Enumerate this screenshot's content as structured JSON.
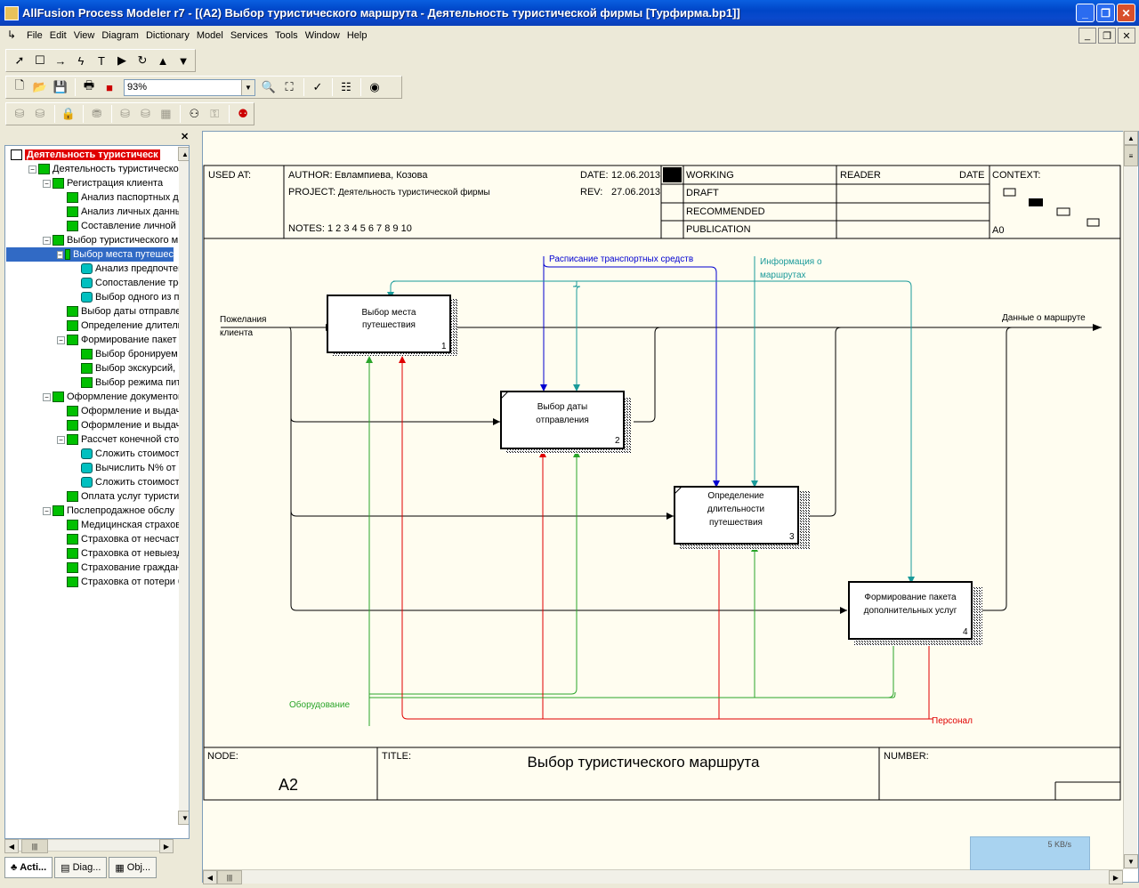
{
  "window": {
    "title": "AllFusion Process Modeler r7 - [(A2) Выбор туристического маршрута - Деятельность туристической фирмы  [Турфирма.bp1]]"
  },
  "menu": [
    "File",
    "Edit",
    "View",
    "Diagram",
    "Dictionary",
    "Model",
    "Services",
    "Tools",
    "Window",
    "Help"
  ],
  "toolbar": {
    "zoom_value": "93%"
  },
  "tree": [
    {
      "label": "Деятельность туристическ",
      "depth": 0,
      "kind": "root"
    },
    {
      "label": "Деятельность туристическо",
      "depth": 1,
      "kind": "g"
    },
    {
      "label": "Регистрация клиента",
      "depth": 2,
      "kind": "g"
    },
    {
      "label": "Анализ паспортных да",
      "depth": 3,
      "kind": "g"
    },
    {
      "label": "Анализ личных данны",
      "depth": 3,
      "kind": "g"
    },
    {
      "label": "Составление личной к",
      "depth": 3,
      "kind": "g"
    },
    {
      "label": "Выбор туристического м",
      "depth": 2,
      "kind": "g"
    },
    {
      "label": "Выбор места путешес",
      "depth": 3,
      "kind": "g",
      "selected": true
    },
    {
      "label": "Анализ предпочтен",
      "depth": 4,
      "kind": "c"
    },
    {
      "label": "Сопоставление тре",
      "depth": 4,
      "kind": "c"
    },
    {
      "label": "Выбор одного из п",
      "depth": 4,
      "kind": "c"
    },
    {
      "label": "Выбор даты отправле",
      "depth": 3,
      "kind": "g"
    },
    {
      "label": "Определение длитель",
      "depth": 3,
      "kind": "g"
    },
    {
      "label": "Формирование пакет",
      "depth": 3,
      "kind": "g"
    },
    {
      "label": "Выбор бронируем",
      "depth": 4,
      "kind": "g"
    },
    {
      "label": "Выбор экскурсий,",
      "depth": 4,
      "kind": "g"
    },
    {
      "label": "Выбор режима пит",
      "depth": 4,
      "kind": "g"
    },
    {
      "label": "Оформление документов",
      "depth": 2,
      "kind": "g"
    },
    {
      "label": "Оформление и выдача",
      "depth": 3,
      "kind": "g"
    },
    {
      "label": "Оформление и выдача",
      "depth": 3,
      "kind": "g"
    },
    {
      "label": "Рассчет конечной сто",
      "depth": 3,
      "kind": "g"
    },
    {
      "label": "Сложить стоимост",
      "depth": 4,
      "kind": "c"
    },
    {
      "label": "Вычислить N% от с",
      "depth": 4,
      "kind": "c"
    },
    {
      "label": "Сложить стоимост",
      "depth": 4,
      "kind": "c"
    },
    {
      "label": "Оплата услуг туристи",
      "depth": 3,
      "kind": "g"
    },
    {
      "label": "Послепродажное обслу",
      "depth": 2,
      "kind": "g"
    },
    {
      "label": "Медицинская страхов",
      "depth": 3,
      "kind": "g"
    },
    {
      "label": "Страховка от несчаст",
      "depth": 3,
      "kind": "g"
    },
    {
      "label": "Страховка от невыезд",
      "depth": 3,
      "kind": "g"
    },
    {
      "label": "Страхование граждан",
      "depth": 3,
      "kind": "g"
    },
    {
      "label": "Страховка от потери б",
      "depth": 3,
      "kind": "g"
    }
  ],
  "tabs": [
    "Acti...",
    "Diag...",
    "Obj..."
  ],
  "diagram": {
    "header": {
      "used_at": "USED AT:",
      "author_label": "AUTHOR:",
      "author": "Евлампиева, Козова",
      "project_label": "PROJECT:",
      "project": "Деятельность туристической фирмы",
      "notes": "NOTES:  1  2  3  4  5  6  7  8  9  10",
      "date_label": "DATE:",
      "date": "12.06.2013",
      "rev_label": "REV:",
      "rev": "27.06.2013",
      "status": [
        "WORKING",
        "DRAFT",
        "RECOMMENDED",
        "PUBLICATION"
      ],
      "reader": "READER",
      "reader_date": "DATE",
      "context": "CONTEXT:",
      "context_node": "A0"
    },
    "boxes": [
      {
        "lines": [
          "Выбор места",
          "путешествия"
        ],
        "num": "1"
      },
      {
        "lines": [
          "Выбор даты",
          "отправления"
        ],
        "num": "2"
      },
      {
        "lines": [
          "Определение",
          "длительности",
          "путешествия"
        ],
        "num": "3"
      },
      {
        "lines": [
          "Формирование пакета",
          "дополнительных услуг"
        ],
        "num": "4"
      }
    ],
    "arrows": {
      "input": [
        "Пожелания",
        "клиента"
      ],
      "output": "Данные о маршруте",
      "control_transport": "Расписание транспортных средств",
      "control_info": [
        "Информация о",
        "маршрутах"
      ],
      "mechanism_equipment": "Оборудование",
      "mechanism_staff": "Персонал"
    },
    "footer": {
      "node_label": "NODE:",
      "node": "A2",
      "title_label": "TITLE:",
      "title": "Выбор туристического маршрута",
      "number_label": "NUMBER:"
    }
  },
  "tray": {
    "speed": "5 KB/s"
  },
  "colors": {
    "red": "#e00000",
    "green": "#2aa52a",
    "teal": "#1a9a9a",
    "blue": "#0000d0"
  }
}
